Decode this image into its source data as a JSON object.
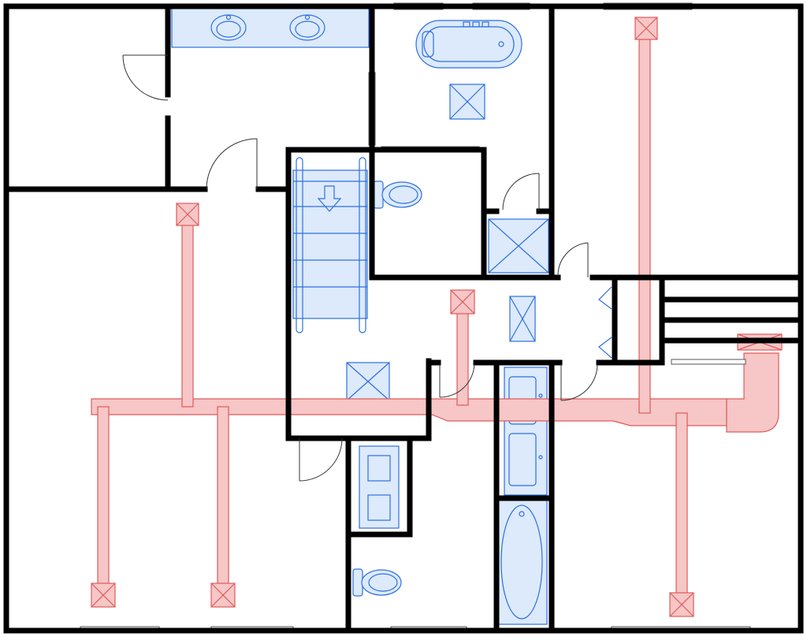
{
  "plan": {
    "colors": {
      "wall": "#000000",
      "fixture_fill": "#dceafc",
      "fixture_stroke": "#2f6fe0",
      "duct_fill": "#f7c6c6",
      "duct_stroke": "#e05a5a"
    },
    "rooms": [
      {
        "name": "room-top-left"
      },
      {
        "name": "room-vanity"
      },
      {
        "name": "room-master-bath"
      },
      {
        "name": "room-right-top"
      },
      {
        "name": "room-left-large"
      },
      {
        "name": "room-stair"
      },
      {
        "name": "room-wc"
      },
      {
        "name": "room-hall"
      },
      {
        "name": "room-bath-lower"
      },
      {
        "name": "room-bottom-right"
      }
    ]
  }
}
